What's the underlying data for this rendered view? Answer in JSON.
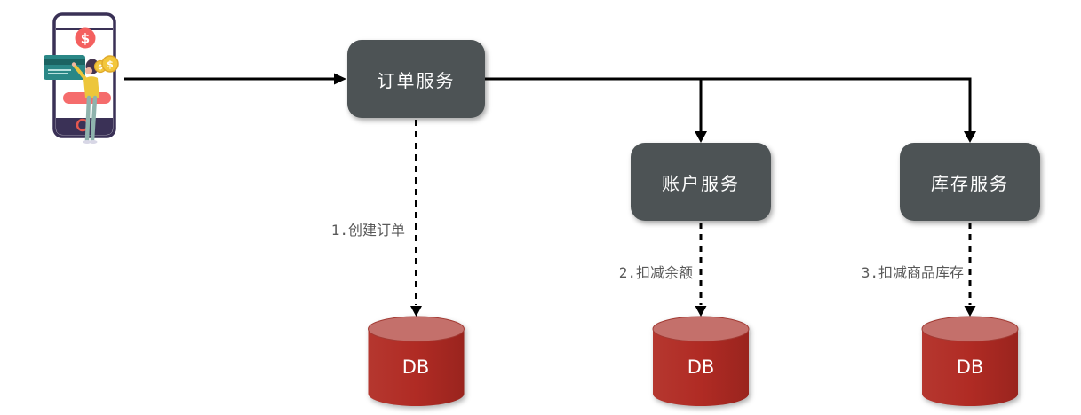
{
  "background": "#ffffff",
  "diagram": {
    "nodes": {
      "order_service": {
        "label": "订单服务",
        "type": "service"
      },
      "account_service": {
        "label": "账户服务",
        "type": "service"
      },
      "inventory_service": {
        "label": "库存服务",
        "type": "service"
      },
      "order_db": {
        "label": "DB",
        "type": "database"
      },
      "account_db": {
        "label": "DB",
        "type": "database"
      },
      "inventory_db": {
        "label": "DB",
        "type": "database"
      }
    },
    "edge_labels": {
      "step1": "1.创建订单",
      "step2": "2.扣减余额",
      "step3": "3.扣减商品库存"
    },
    "icons": {
      "illustration": "mobile-payment-user-illustration"
    },
    "colors": {
      "service_box": "#4d5355",
      "service_text": "#ffffff",
      "db_body": "#b02b24",
      "db_top": "#c4706b",
      "connector": "#000000",
      "edge_label_text": "#595959",
      "phone_frame": "#3a3156",
      "accent_red": "#f4605f",
      "card_teal": "#2a8786",
      "coin_yellow": "#f3c73b"
    }
  }
}
